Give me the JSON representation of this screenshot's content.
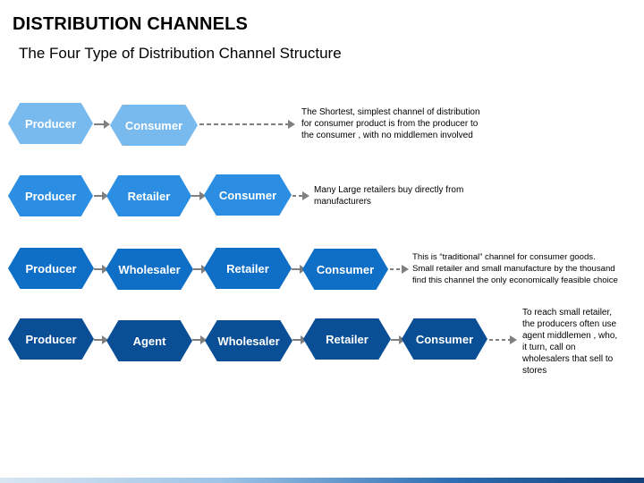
{
  "header": {
    "title": "DISTRIBUTION CHANNELS",
    "subtitle": "The Four Type of Distribution Channel Structure"
  },
  "colors": {
    "row1": "#78b9ee",
    "row2": "#2b8ee2",
    "row3": "#0f6ec6",
    "row4": "#0a4f96",
    "arrow": "#7f7f7f"
  },
  "channels": [
    {
      "nodes": [
        "Producer",
        "Consumer"
      ],
      "description_lines": [
        "The Shortest, simplest channel of distribution",
        "for consumer product is from the producer to",
        "the consumer , with no middlemen involved"
      ]
    },
    {
      "nodes": [
        "Producer",
        "Retailer",
        "Consumer"
      ],
      "description_lines": [
        "Many Large retailers buy directly from",
        "manufacturers"
      ]
    },
    {
      "nodes": [
        "Producer",
        "Wholesaler",
        "Retailer",
        "Consumer"
      ],
      "description_lines": [
        "This is “traditional” channel for consumer goods.",
        "Small retailer and small manufacture by the thousand",
        "find this channel the only economically feasible choice"
      ]
    },
    {
      "nodes": [
        "Producer",
        "Agent",
        "Wholesaler",
        "Retailer",
        "Consumer"
      ],
      "description_lines": [
        "To reach small retailer,",
        "the producers often use",
        "agent middlemen , who,",
        "it turn, call  on",
        "wholesalers that sell to",
        "stores"
      ]
    }
  ]
}
